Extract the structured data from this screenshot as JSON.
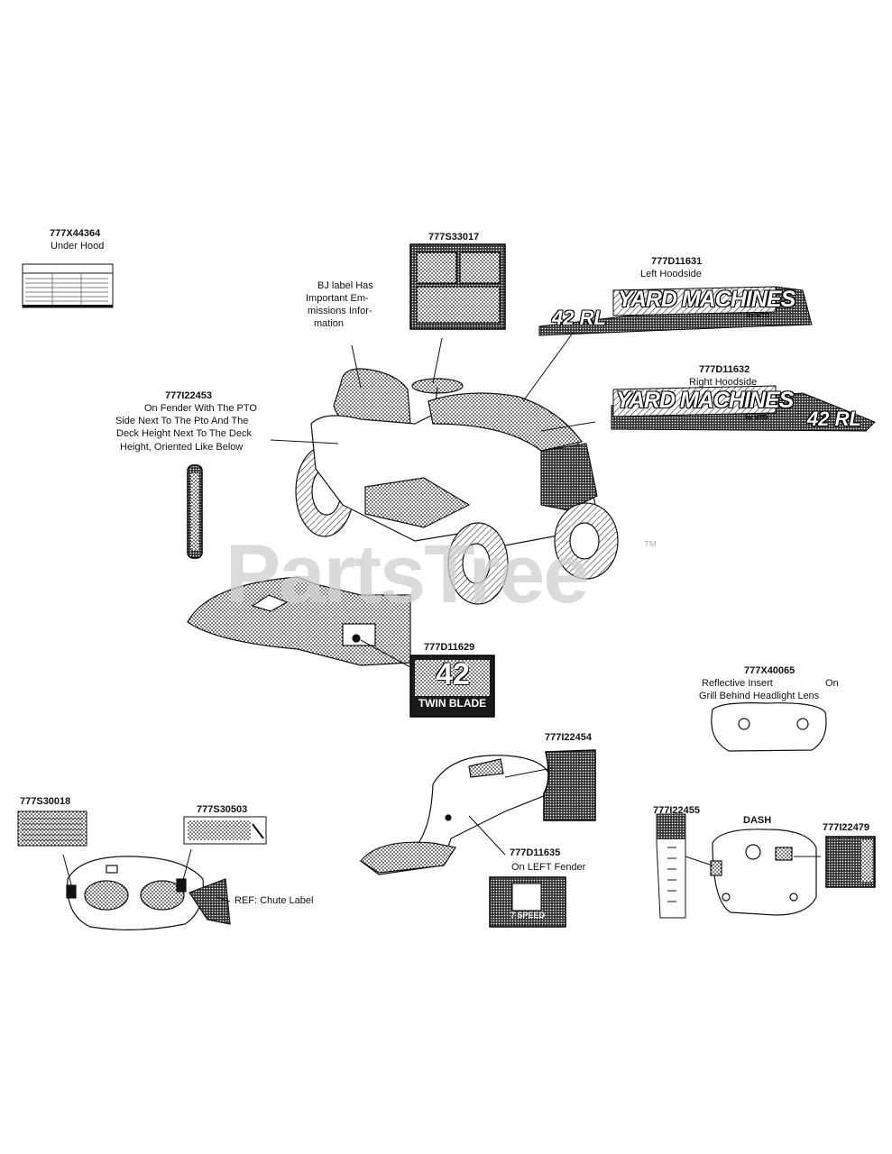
{
  "labels": {
    "l1_pn": "777X44364",
    "l1_desc": "Under Hood",
    "l2_pn": "777S33017",
    "l3_pn": "777D11631",
    "l3_desc": "Left Hoodside",
    "l4_desc": [
      "BJ label Has",
      "Important Em-",
      "missions Infor-",
      "mation"
    ],
    "l5_pn": "777D11632",
    "l5_desc": "Right Hoodside",
    "l6_pn": "777I22453",
    "l6_desc": [
      "On Fender With The PTO",
      "Side Next To The Pto And The",
      "Deck Height Next To The Deck",
      "Height, Oriented Like Below"
    ],
    "l7_pn": "777D11629",
    "l8_pn": "777X40065",
    "l8_desc": [
      "Reflective Insert",
      "On",
      "Grill Behind Headlight Lens"
    ],
    "l9_pn": "777I22454",
    "l10_pn": "777S30018",
    "l11_pn": "777S30503",
    "l12_desc": "REF: Chute Label",
    "l13_pn": "777D11635",
    "l13_desc": "On LEFT Fender",
    "l14_pn": "777I22455",
    "l15_desc": "DASH",
    "l16_pn": "777I22479"
  },
  "decals": {
    "brand_text": "YARD MACHINES",
    "brand_sub": "by MTD",
    "model_text": "42 RL",
    "twin_number": "42",
    "twin_text": "TWIN BLADE",
    "speed_text": "7 SPEED"
  },
  "watermark": {
    "text": "PartsTree",
    "tm": "™"
  },
  "colors": {
    "ink": "#111111",
    "watermark": "#d0d0d0"
  }
}
